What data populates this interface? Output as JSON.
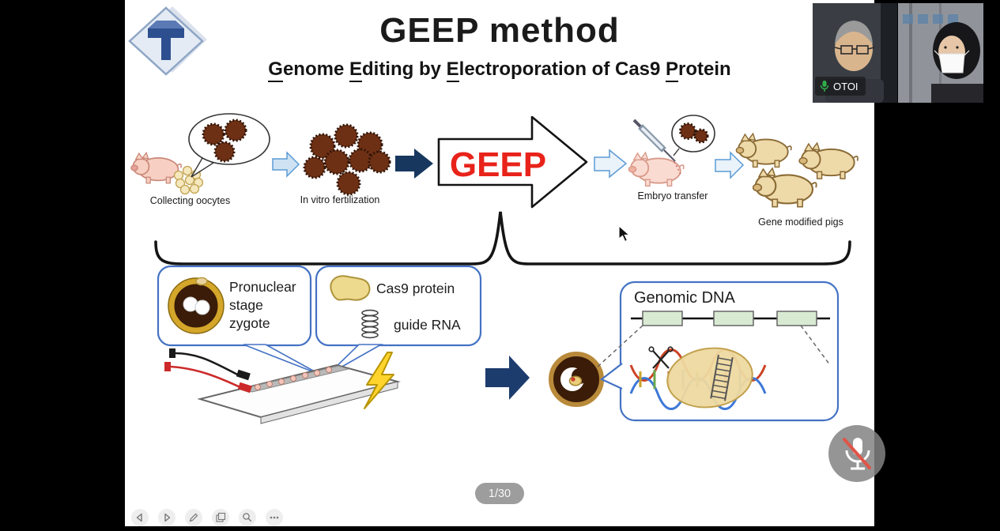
{
  "slide": {
    "title": "GEEP method",
    "subtitle_parts": [
      "G",
      "enome ",
      "E",
      "diting by ",
      "E",
      "lectroporation of Cas9 ",
      "P",
      "rotein"
    ],
    "flow": {
      "geep_label": "GEEP",
      "step_labels": [
        "Collecting oocytes",
        "In vitro fertilization",
        "Embryo transfer",
        "Gene modified pigs"
      ]
    },
    "detail": {
      "zygote_label": "Pronuclear\nstage\nzygote",
      "cas9_label": "Cas9 protein",
      "guide_rna_label": "guide RNA",
      "genomic_dna_label": "Genomic DNA"
    }
  },
  "overlay": {
    "participant_label": "OTOI",
    "page_indicator": "1/30"
  },
  "icons": {
    "participant_mic": "mic-on",
    "mute_button": "mic-muted",
    "nav_controls": [
      "prev-arrow",
      "next-arrow",
      "pen",
      "slides",
      "magnifier",
      "more-dots"
    ]
  },
  "colors": {
    "geep_red": "#e8231a",
    "detail_box_border": "#4472c4",
    "arrow_navy": "#1d3c6e",
    "arrow_light_fill": "#cfe2f3",
    "arrow_light_stroke": "#5b9bd5",
    "gene_box_green": "#d9ead3"
  }
}
